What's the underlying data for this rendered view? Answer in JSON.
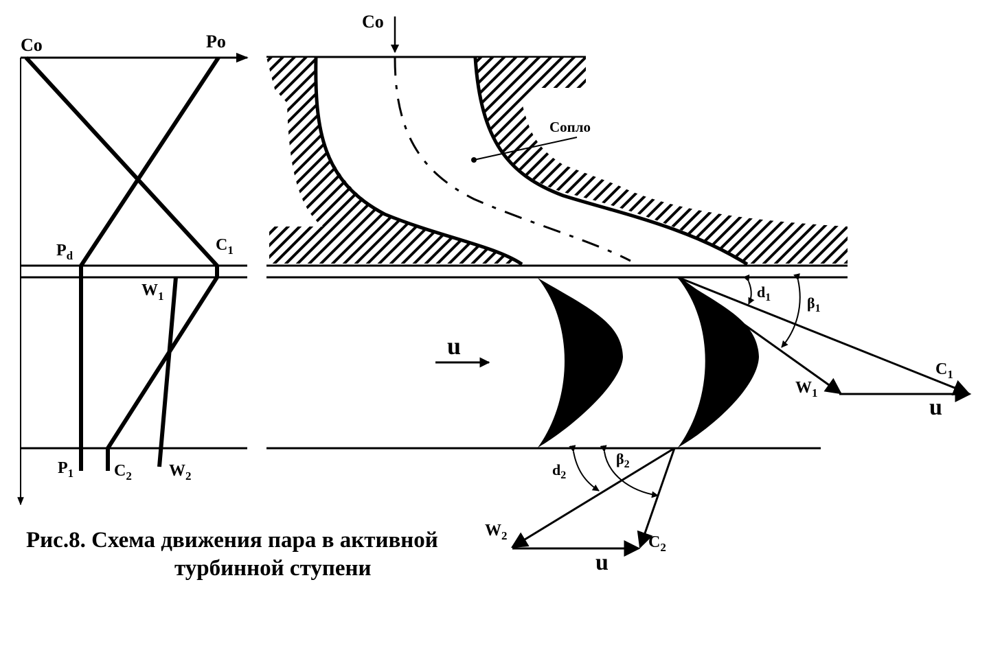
{
  "labels": {
    "co_top_left": "Co",
    "po": "Po",
    "co_nozzle_in": "Co",
    "nozzle": "Сопло",
    "pd_main": "P",
    "pd_sub": "d",
    "c1_main": "C",
    "c1_sub": "1",
    "w1_main": "W",
    "w1_sub": "1",
    "p1_main": "P",
    "p1_sub": "1",
    "c2_main": "C",
    "c2_sub": "2",
    "w2_main": "W",
    "w2_sub": "2",
    "u_flow": "u",
    "alpha1_main": "d",
    "alpha1_sub": "1",
    "beta1_main": "β",
    "beta1_sub": "1",
    "c1_vec_main": "C",
    "c1_vec_sub": "1",
    "w1_vec_main": "W",
    "w1_vec_sub": "1",
    "u_top_vec": "u",
    "alpha2_main": "d",
    "alpha2_sub": "2",
    "beta2_main": "β",
    "beta2_sub": "2",
    "w2_vec_main": "W",
    "w2_vec_sub": "2",
    "c2_vec_main": "C",
    "c2_vec_sub": "2",
    "u_bottom_vec": "u"
  },
  "caption": {
    "line1": "Рис.8. Схема движения пара в активной",
    "line2": "турбинной ступени"
  }
}
